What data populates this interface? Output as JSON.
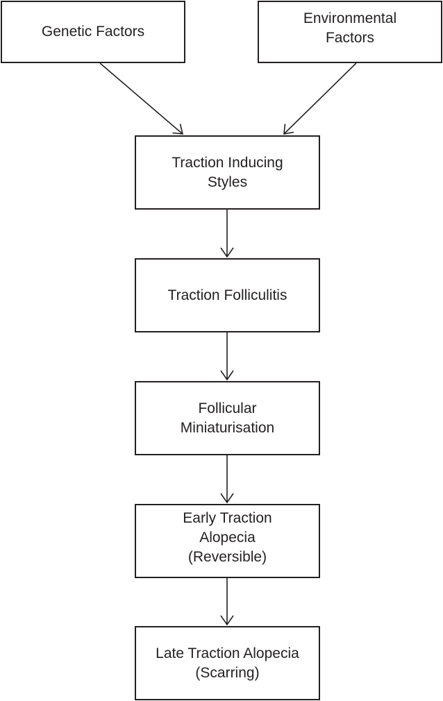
{
  "nodes": {
    "genetic": "Genetic Factors",
    "environmental": "Environmental\nFactors",
    "styles": "Traction Inducing\nStyles",
    "folliculitis": "Traction Folliculitis",
    "miniaturisation": "Follicular\nMiniaturisation",
    "early": "Early Traction\nAlopecia\n(Reversible)",
    "late": "Late Traction Alopecia\n(Scarring)"
  },
  "edges": [
    {
      "from": "genetic",
      "to": "styles"
    },
    {
      "from": "environmental",
      "to": "styles"
    },
    {
      "from": "styles",
      "to": "folliculitis"
    },
    {
      "from": "folliculitis",
      "to": "miniaturisation"
    },
    {
      "from": "miniaturisation",
      "to": "early"
    },
    {
      "from": "early",
      "to": "late"
    }
  ],
  "colors": {
    "stroke": "#231f20",
    "background": "#ffffff"
  }
}
